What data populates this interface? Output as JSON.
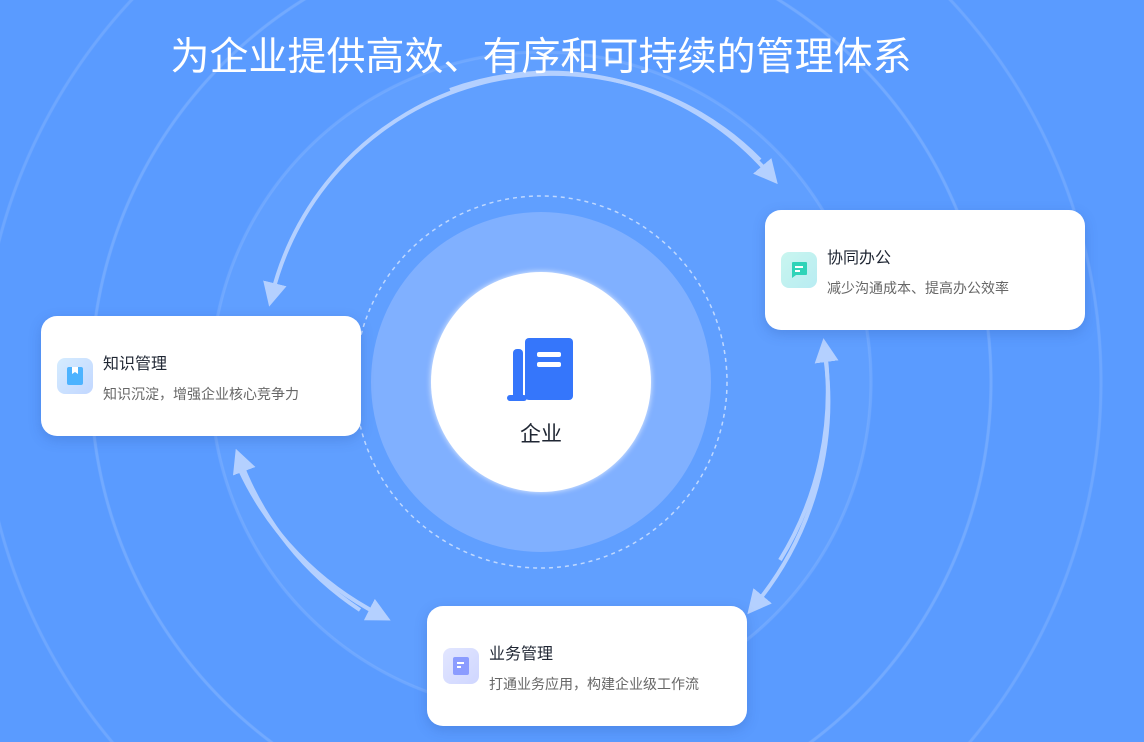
{
  "title": "为企业提供高效、有序和可持续的管理体系",
  "center": {
    "label": "企业"
  },
  "cards": [
    {
      "title": "知识管理",
      "desc": "知识沉淀，增强企业核心竞争力",
      "icon": "bookmark-icon"
    },
    {
      "title": "协同办公",
      "desc": "减少沟通成本、提高办公效率",
      "icon": "chat-icon"
    },
    {
      "title": "业务管理",
      "desc": "打通业务应用，构建企业级工作流",
      "icon": "document-icon"
    }
  ],
  "colors": {
    "background": "#5a9bff",
    "accent": "#3576fb"
  }
}
